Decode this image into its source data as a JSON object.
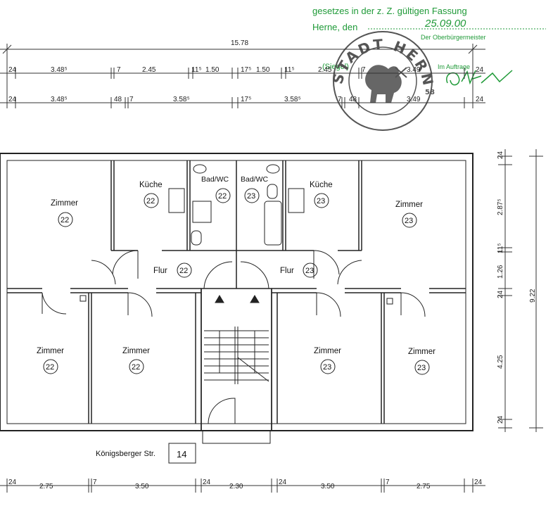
{
  "certificate": {
    "line1": "gesetzes in der z. Z. gültigen Fassung",
    "place": "Herne, den",
    "date": "25.09.00",
    "role": "Der Oberbürgermeister",
    "seal": "(Siegel)",
    "auftrag": "Im Auftrage",
    "signature": "handwritten signature"
  },
  "stamp": {
    "text": "STADT HERNE",
    "number": "58"
  },
  "dimensions": {
    "total_width": "15.78",
    "row1": [
      "24",
      "3.48⁵",
      "7",
      "2.45",
      "11⁵",
      "1.50",
      "17⁵",
      "1.50",
      "11⁵",
      "2.45",
      "7",
      "3.49",
      "24"
    ],
    "row2": [
      "24",
      "3.48⁵",
      "48",
      "7",
      "3.58⁵",
      "17⁵",
      "3.58⁵",
      "7",
      "48",
      "3.49",
      "24"
    ],
    "bottom": [
      "24",
      "2.75",
      "7",
      "3.50",
      "24",
      "2.30",
      "24",
      "3.50",
      "7",
      "2.75",
      "24"
    ],
    "right": [
      "24",
      "2.87⁵",
      "11⁵",
      "1.26",
      "24",
      "4.25",
      "24"
    ],
    "right_total": "9.22"
  },
  "rooms": [
    {
      "label": "Zimmer",
      "num": "22"
    },
    {
      "label": "Küche",
      "num": "22"
    },
    {
      "label": "Bad/WC",
      "num": "22"
    },
    {
      "label": "Bad/WC",
      "num": "23"
    },
    {
      "label": "Küche",
      "num": "23"
    },
    {
      "label": "Zimmer",
      "num": "23"
    },
    {
      "label": "Flur",
      "num": "22"
    },
    {
      "label": "Flur",
      "num": "23"
    },
    {
      "label": "Zimmer",
      "num": "22"
    },
    {
      "label": "Zimmer",
      "num": "22"
    },
    {
      "label": "Zimmer",
      "num": "23"
    },
    {
      "label": "Zimmer",
      "num": "23"
    }
  ],
  "address": {
    "street": "Königsberger Str.",
    "number": "14"
  },
  "colors": {
    "ink": "#222222",
    "green": "#1f9a38",
    "stamp": "#555555"
  }
}
